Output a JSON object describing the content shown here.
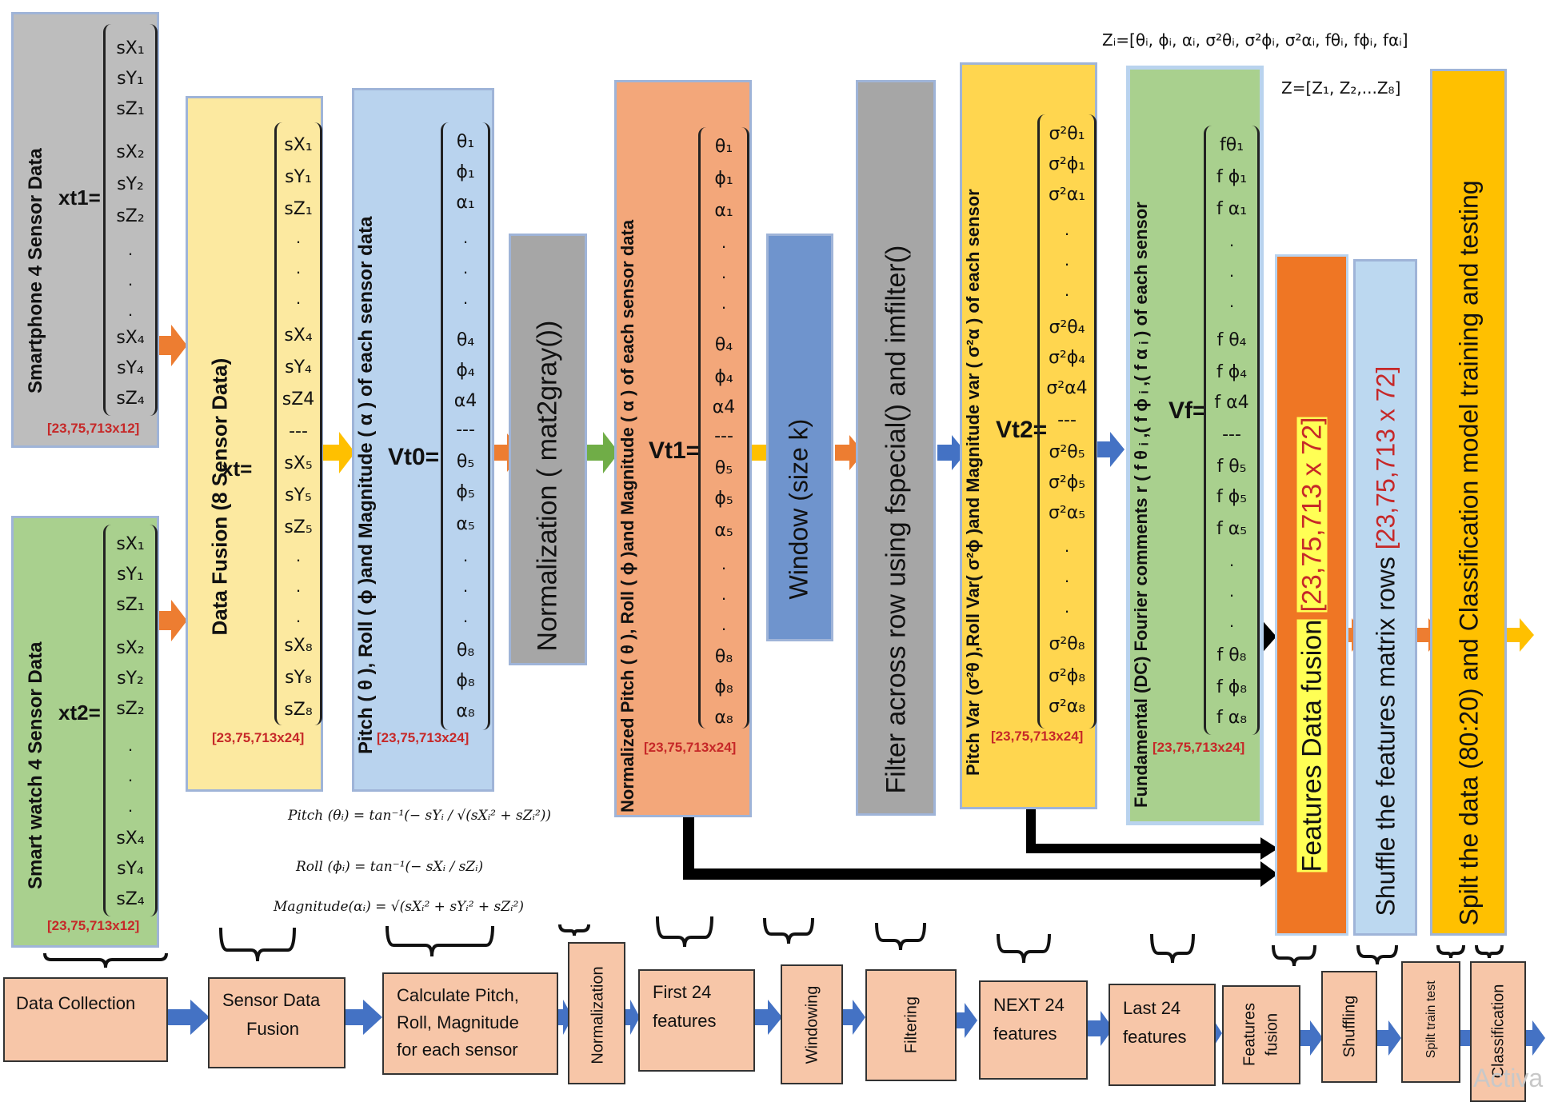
{
  "colors": {
    "gray_box": "#bdbdbd",
    "yellow_box": "#fce9a0",
    "blue_box": "#b9d3ee",
    "orange_box": "#f3a77a",
    "window_box": "#6f94cd",
    "yellow2_box": "#ffd64f",
    "green_box": "#a9d08e",
    "fusion_box": "#ef7624",
    "shuffle_box": "#bcd8f0",
    "split_box": "#ffc000",
    "process_box": "#f7c6a8",
    "dims_red": "#c62828",
    "arrow_orange": "#ed7d31",
    "arrow_yellow": "#ffc000",
    "arrow_green": "#70ad47",
    "arrow_blue": "#4472c4",
    "arrow_black": "#000000"
  },
  "smartphone": {
    "label": "Smartphone  4  Sensor Data",
    "var": "xt1=",
    "rows": [
      "sX₁",
      "sY₁",
      "sZ₁",
      "sX₂",
      "sY₂",
      "sZ₂",
      "sX₄",
      "sY₄",
      "sZ₄"
    ],
    "dims": "[23,75,713x12]"
  },
  "smartwatch": {
    "label": "Smart watch  4  Sensor Data",
    "var": "xt2=",
    "rows": [
      "sX₁",
      "sY₁",
      "sZ₁",
      "sX₂",
      "sY₂",
      "sZ₂",
      "sX₄",
      "sY₄",
      "sZ₄"
    ],
    "dims": "[23,75,713x12]"
  },
  "fusion8": {
    "label": "Data Fusion (8 Sensor Data)",
    "var": "xt=",
    "rows": [
      "sX₁",
      "sY₁",
      "sZ₁",
      "sX₄",
      "sY₄",
      "sZ4",
      "---",
      "sX₅",
      "sY₅",
      "sZ₅",
      "sX₈",
      "sY₈",
      "sZ₈"
    ],
    "dims": "[23,75,713x24]"
  },
  "vt0": {
    "label": "Pitch ( θ ), Roll ( ɸ )and Magnitude ( α ) of each sensor data",
    "var": "Vt0=",
    "rows": [
      "θ₁",
      "ɸ₁",
      "α₁",
      "θ₄",
      "ɸ₄",
      "α4",
      "---",
      "θ₅",
      "ɸ₅",
      "α₅",
      "θ₈",
      "ɸ₈",
      "α₈"
    ],
    "dims": "[23,75,713x24]"
  },
  "normalization": {
    "label": "Normalization ( mat2gray())"
  },
  "vt1": {
    "label": "Normalized Pitch ( θ ), Roll ( ɸ )and Magnitude ( α ) of each sensor data",
    "var": "Vt1=",
    "rows": [
      "θ₁",
      "ɸ₁",
      "α₁",
      "θ₄",
      "ɸ₄",
      "α4",
      "---",
      "θ₅",
      "ɸ₅",
      "α₅",
      "θ₈",
      "ɸ₈",
      "α₈"
    ],
    "dims": "[23,75,713x24]"
  },
  "window": {
    "label": "Window (size k)"
  },
  "filter": {
    "label": "Filter across row using fspecial() and imfilter()"
  },
  "vt2": {
    "label": "Pitch Var (σ²θ ),Roll Var( σ²ɸ )and Magnitude  var ( σ²α ) of each sensor",
    "var": "Vt2=",
    "rows": [
      "σ²θ₁",
      "σ²ɸ₁",
      "σ²α₁",
      "σ²θ₄",
      "σ²ɸ₄",
      "σ²α4",
      "---",
      "σ²θ₅",
      "σ²ɸ₅",
      "σ²α₅",
      "σ²θ₈",
      "σ²ɸ₈",
      "σ²α₈"
    ],
    "dims": "[23,75,713x24]"
  },
  "vf": {
    "label": "Fundamental (DC) Fourier comments r ( f θ ᵢ ,( f ɸ ᵢ ,( f α ᵢ ) of each sensor",
    "var": "Vf=",
    "rows": [
      "fθ₁",
      "f ɸ₁",
      "f α₁",
      "f θ₄",
      "f ɸ₄",
      "f α4",
      "---",
      "f θ₅",
      "f ɸ₅",
      "f α₅",
      "f θ₈",
      "f ɸ₈",
      "f α₈"
    ],
    "dims": "[23,75,713x24]"
  },
  "z_def": "Zᵢ=[θᵢ, ɸᵢ, αᵢ, σ²θᵢ, σ²ɸᵢ, σ²αᵢ, fθᵢ, fɸᵢ, fαᵢ]",
  "z_vec": "Z=[Z₁, Z₂,...Z₈]",
  "features_fusion": {
    "label": "Features Data fusion",
    "dims": "[23,75,713 x 72]"
  },
  "shuffle": {
    "label": "Shuffle the features matrix rows",
    "dims": "[23,75,713 x 72]"
  },
  "split": {
    "label": "Spilt the data (80:20) and Classification model training and testing"
  },
  "formulas": {
    "pitch": "Pitch (θᵢ) = tan⁻¹(− sYᵢ / √(sXᵢ² + sZᵢ²))",
    "roll": "Roll (ɸᵢ) = tan⁻¹(− sXᵢ / sZᵢ)",
    "magnitude": "Magnitude(αᵢ) = √(sXᵢ² + sYᵢ² + sZᵢ²)"
  },
  "steps": {
    "data_collection": "Data Collection",
    "sensor_fusion": [
      "Sensor Data",
      "Fusion"
    ],
    "calc": [
      "Calculate Pitch,",
      "Roll, Magnitude",
      "for each sensor"
    ],
    "normalization": "Normalization",
    "first24": [
      "First 24",
      "features"
    ],
    "windowing": "Windowing",
    "filtering": "Filtering",
    "next24": [
      "NEXT 24",
      "features"
    ],
    "last24": [
      "Last 24",
      "features"
    ],
    "features_fusion": [
      "Features",
      "fusion"
    ],
    "shuffling": "Shuffling",
    "split": "Spilt train test",
    "classification": "Classification"
  },
  "watermark": "Activa"
}
